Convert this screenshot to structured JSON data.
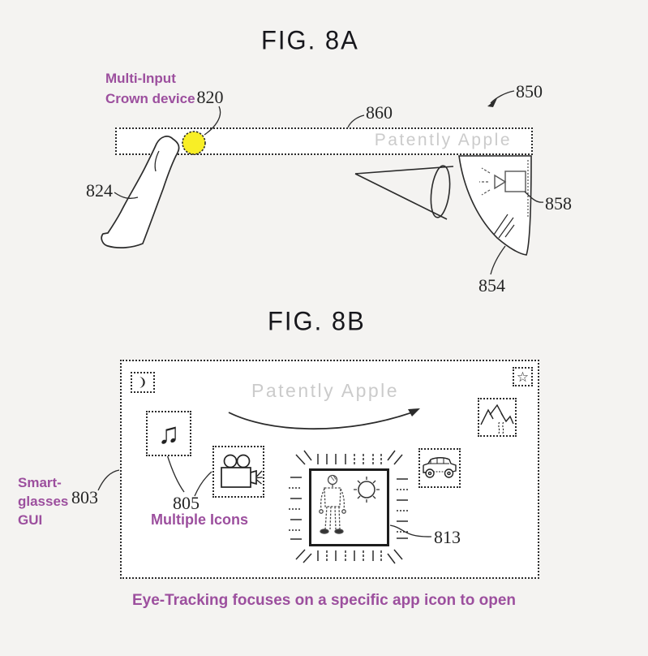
{
  "colors": {
    "accent_purple": "#9c4f9e",
    "crown_yellow": "#f8ee26",
    "watermark_gray": "#cbcbcb",
    "ink": "#2b2b2b"
  },
  "fig8a": {
    "title": "FIG. 8A",
    "watermark": "Patently Apple",
    "crown_label_line1": "Multi-Input",
    "crown_label_line2": "Crown device",
    "refs": {
      "crown": "820",
      "finger": "824",
      "glasses": "850",
      "lens": "854",
      "camera": "858",
      "temple": "860"
    }
  },
  "fig8b": {
    "title": "FIG. 8B",
    "watermark": "Patently Apple",
    "gui_label_line1": "Smart-",
    "gui_label_line2": "glasses",
    "gui_label_line3": "GUI",
    "icons_label": "Multiple Icons",
    "caption": "Eye-Tracking focuses on a specific app icon to open",
    "refs": {
      "gui": "803",
      "icons": "805",
      "selected": "813"
    },
    "glyphs": {
      "star": "☆",
      "music": "♫"
    }
  }
}
